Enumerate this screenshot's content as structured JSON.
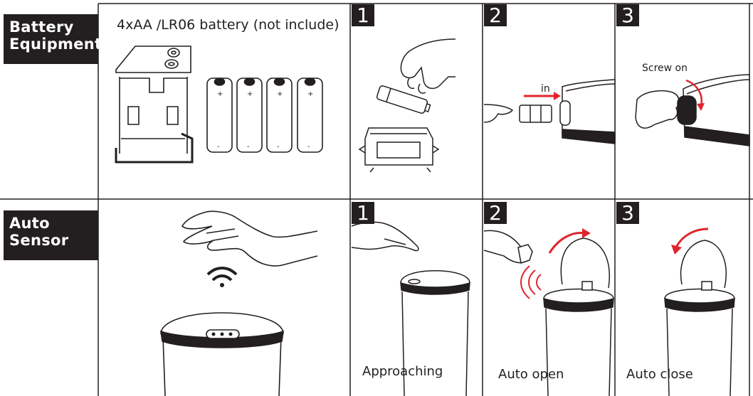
{
  "sections": {
    "battery": {
      "line1": "Battery",
      "line2": "Equipment"
    },
    "sensor": {
      "line1": "Auto",
      "line2": "Sensor"
    }
  },
  "battery_note": "4xAA /LR06 battery (not include)",
  "install_steps": [
    {
      "number": "1"
    },
    {
      "number": "2",
      "label": "in"
    },
    {
      "number": "3",
      "label": "Screw on"
    }
  ],
  "sensor_steps": [
    {
      "number": "1",
      "caption": "Approaching"
    },
    {
      "number": "2",
      "caption": "Auto open"
    },
    {
      "number": "3",
      "caption": "Auto close"
    }
  ],
  "colors": {
    "ink": "#231f20",
    "arrow": "#e0242c",
    "background": "#ffffff"
  }
}
